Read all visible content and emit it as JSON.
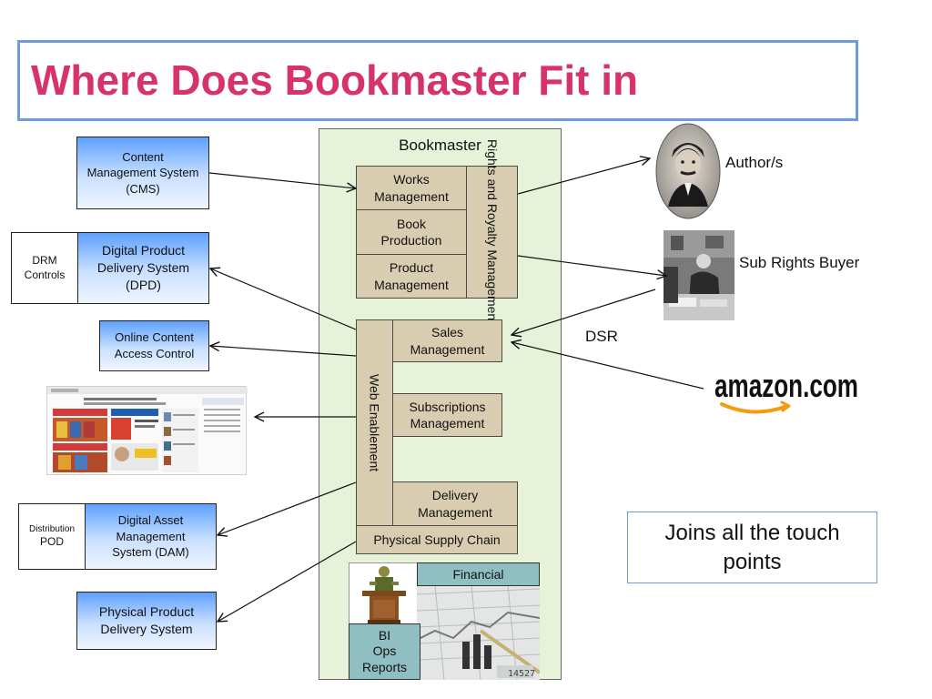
{
  "title": "Where Does Bookmaster Fit in",
  "left_systems": {
    "cms": "Content Management System (CMS)",
    "dpd": "Digital Product Delivery System (DPD)",
    "drm": "DRM Controls",
    "online_access": "Online Content Access Control",
    "dam": "Digital Asset Management System (DAM)",
    "distribution_label": "Distribution",
    "pod_label": "POD",
    "physical": "Physical Product Delivery System"
  },
  "bookmaster": {
    "title": "Bookmaster",
    "works": "Works Management",
    "book_production": "Book Production",
    "product_management": "Product Management",
    "rights": "Rights and Royalty Management",
    "sales": "Sales Management",
    "web": "Web Enablement",
    "subscriptions": "Subscriptions Management",
    "delivery": "Delivery Management",
    "supply_chain": "Physical Supply Chain",
    "financial": "Financial",
    "bi_line1": "BI",
    "bi_line2": "Ops",
    "bi_line3": "Reports"
  },
  "right_side": {
    "author": "Author/s",
    "sub_rights": "Sub Rights Buyer",
    "dsr": "DSR",
    "amazon_logo_text": "amazon.com",
    "joins_line1": "Joins all the touch",
    "joins_line2": "points"
  },
  "colors": {
    "title": "#d6336c",
    "title_border": "#6f9bd6",
    "bookmaster_bg": "#e6f3d8",
    "module_bg": "#d9cdb1",
    "teal_bg": "#8fbfc2"
  },
  "icons": [
    "author-portrait-icon",
    "sub-rights-buyer-photo-icon",
    "website-screenshot-icon",
    "amazon-logo-icon",
    "podium-figure-icon",
    "financial-chart-image-icon"
  ]
}
